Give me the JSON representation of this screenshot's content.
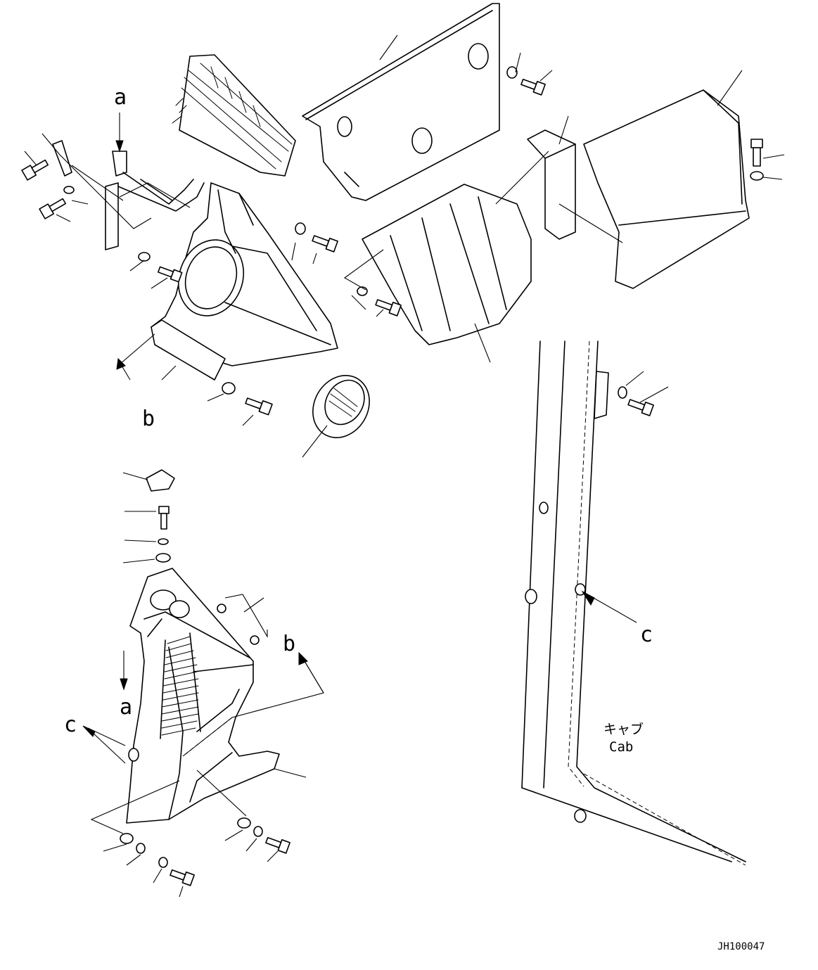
{
  "labels": {
    "a_top": "a",
    "a_bottom": "a",
    "b_left": "b",
    "b_right": "b",
    "c_left": "c",
    "c_right": "c"
  },
  "cab": {
    "japanese": "キャブ",
    "english": "Cab"
  },
  "drawing_code": "JH100047"
}
